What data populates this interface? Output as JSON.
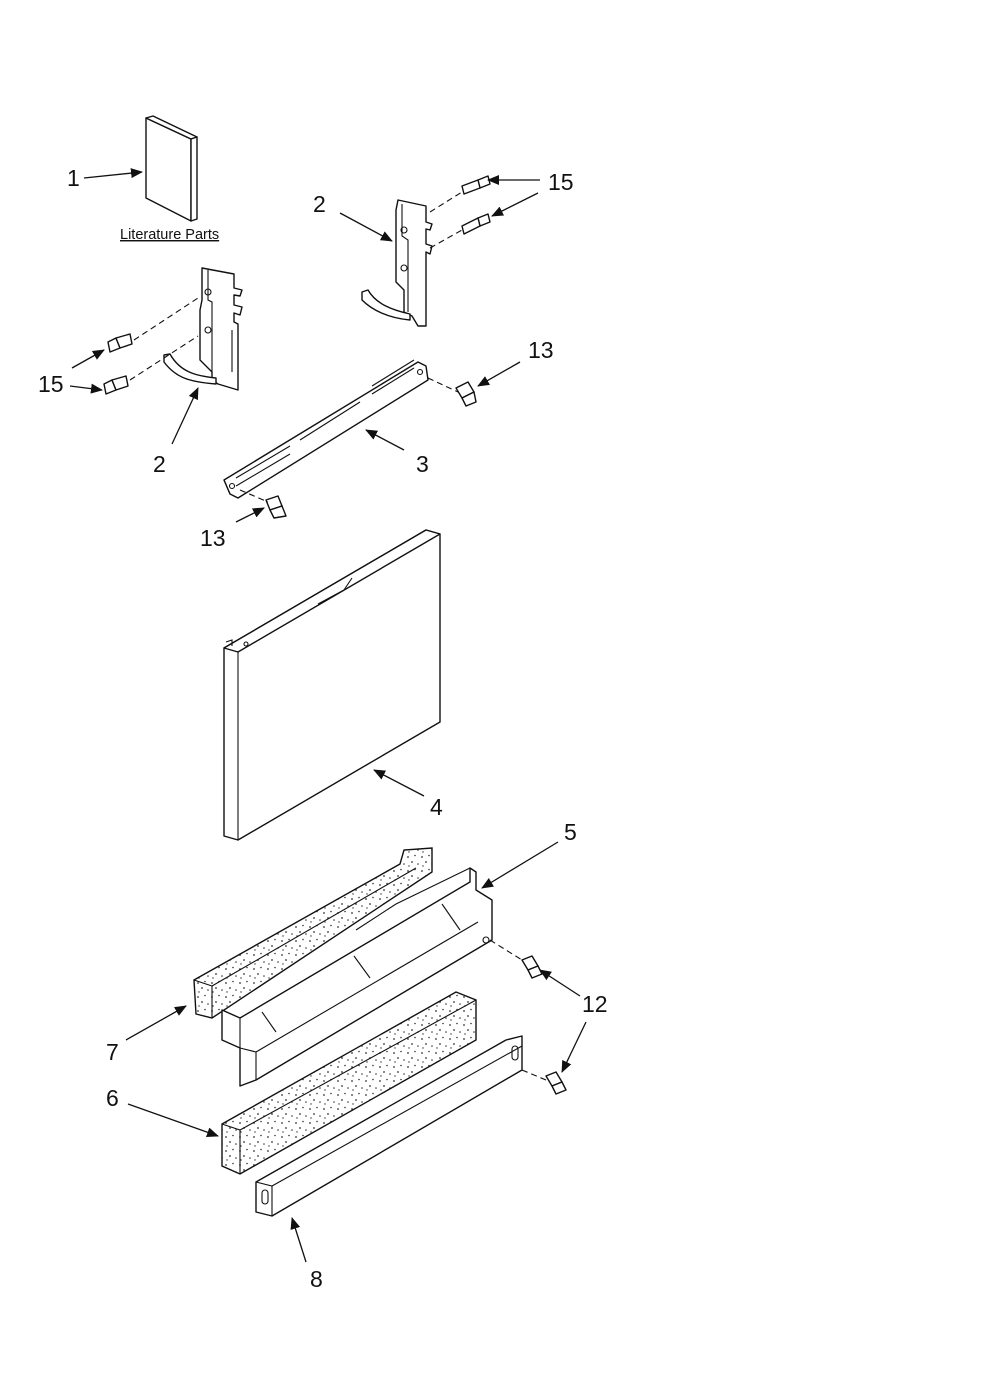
{
  "literature_label": "Literature Parts",
  "callouts": {
    "c1": "1",
    "c2a": "2",
    "c2b": "2",
    "c3": "3",
    "c4": "4",
    "c5": "5",
    "c6": "6",
    "c7": "7",
    "c8": "8",
    "c12": "12",
    "c13a": "13",
    "c13b": "13",
    "c15a": "15",
    "c15b": "15"
  }
}
